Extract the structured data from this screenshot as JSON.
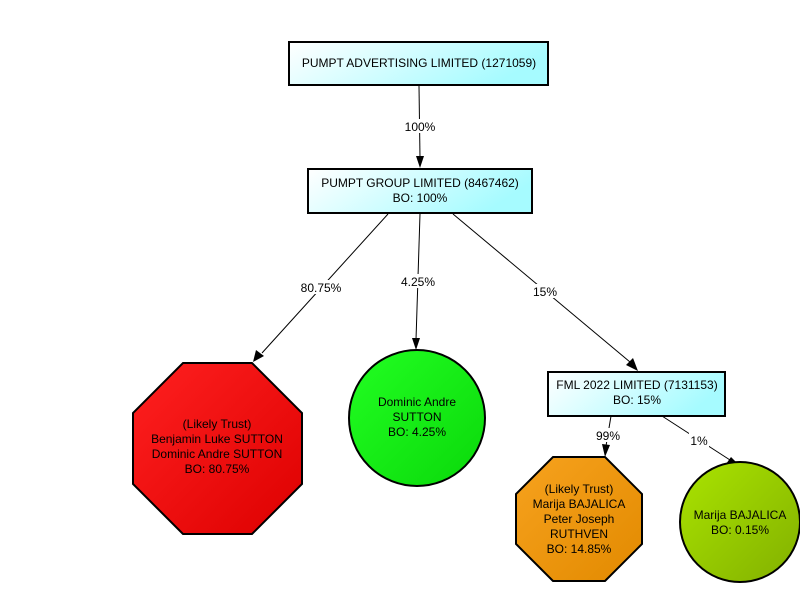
{
  "diagram": {
    "type": "ownership-tree",
    "nodes": [
      {
        "id": "pumpt_advertising",
        "shape": "box",
        "fill": "company",
        "lines": [
          "PUMPT ADVERTISING LIMITED (1271059)"
        ]
      },
      {
        "id": "pumpt_group",
        "shape": "box",
        "fill": "company",
        "lines": [
          "PUMPT GROUP LIMITED (8467462)",
          "BO: 100%"
        ]
      },
      {
        "id": "trust_sutton",
        "shape": "octagon",
        "fill": "red",
        "lines": [
          "(Likely Trust)",
          "Benjamin Luke SUTTON",
          "Dominic Andre SUTTON",
          "BO: 80.75%"
        ]
      },
      {
        "id": "dominic_sutton",
        "shape": "circle",
        "fill": "green",
        "lines": [
          "Dominic Andre",
          "SUTTON",
          "BO: 4.25%"
        ]
      },
      {
        "id": "fml_2022",
        "shape": "box",
        "fill": "company",
        "lines": [
          "FML 2022 LIMITED (7131153)",
          "BO: 15%"
        ]
      },
      {
        "id": "trust_bajalica",
        "shape": "octagon",
        "fill": "orange",
        "lines": [
          "(Likely Trust)",
          "Marija BAJALICA",
          "Peter Joseph",
          "RUTHVEN",
          "BO: 14.85%"
        ]
      },
      {
        "id": "marija_bajalica",
        "shape": "circle",
        "fill": "lime",
        "lines": [
          "Marija BAJALICA",
          "BO: 0.15%"
        ]
      }
    ],
    "edges": [
      {
        "from": "pumpt_advertising",
        "to": "pumpt_group",
        "label": "100%"
      },
      {
        "from": "pumpt_group",
        "to": "trust_sutton",
        "label": "80.75%"
      },
      {
        "from": "pumpt_group",
        "to": "dominic_sutton",
        "label": "4.25%"
      },
      {
        "from": "pumpt_group",
        "to": "fml_2022",
        "label": "15%"
      },
      {
        "from": "fml_2022",
        "to": "trust_bajalica",
        "label": "99%"
      },
      {
        "from": "fml_2022",
        "to": "marija_bajalica",
        "label": "1%"
      }
    ],
    "colors": {
      "company_start": "#ffffff",
      "company_end": "#a6fbff",
      "red_start": "#ff2020",
      "red_end": "#dd0000",
      "green_start": "#22ff22",
      "green_end": "#0ad80a",
      "orange_start": "#f7a21e",
      "orange_end": "#e28a00",
      "lime_start": "#aae400",
      "lime_end": "#82b000"
    }
  }
}
